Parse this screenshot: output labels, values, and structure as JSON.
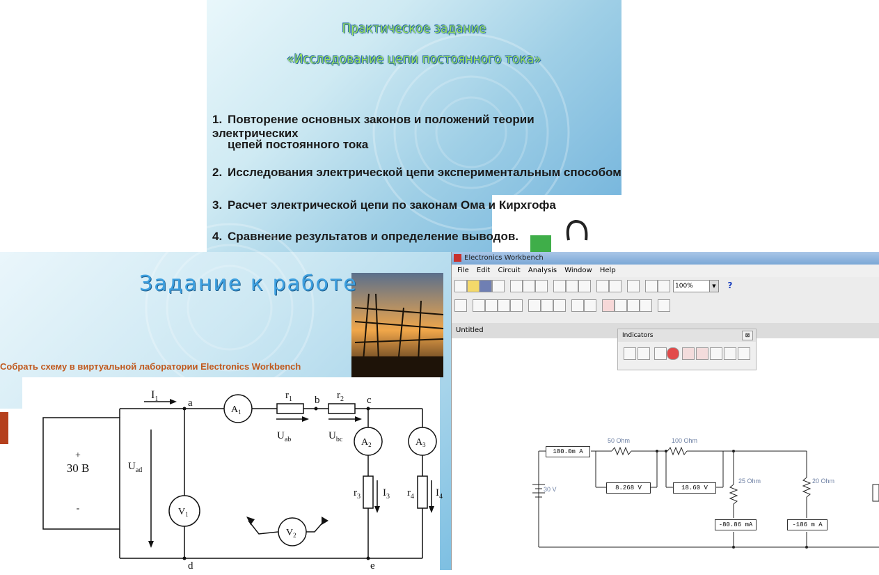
{
  "slide1": {
    "title": "Практическое задание",
    "subtitle": "«Исследование цепи постоянного тока»",
    "items": [
      {
        "num": "1.",
        "line1": "Повторение основных законов и положений теории электрических",
        "line2": "цепей постоянного тока"
      },
      {
        "num": "2.",
        "line1": "Исследования электрической цепи экспериментальным способом"
      },
      {
        "num": "3.",
        "line1": "Расчет электрической цепи по законам Ома и Кирхгофа"
      },
      {
        "num": "4.",
        "line1": "Сравнение результатов и определение выводов."
      }
    ]
  },
  "slide2": {
    "title": "Задание к работе",
    "instruction": "Собрать схему в виртуальной лаборатории Electronics Workbench",
    "circuit": {
      "source": "30 В",
      "plus": "+",
      "minus": "-",
      "labels": {
        "I1": "I",
        "I1sub": "1",
        "a": "a",
        "b": "b",
        "c": "c",
        "d": "d",
        "e": "e",
        "r1": "r",
        "r1sub": "1",
        "r2": "r",
        "r2sub": "2",
        "r3": "r",
        "r3sub": "3",
        "r4": "r",
        "r4sub": "4",
        "A1": "A",
        "A1sub": "1",
        "A2": "A",
        "A2sub": "2",
        "A3": "A",
        "A3sub": "3",
        "V1": "V",
        "V1sub": "1",
        "V2": "V",
        "V2sub": "2",
        "Uab": "U",
        "Uabsub": "ab",
        "Ubc": "U",
        "Ubcsub": "bc",
        "Uad": "U",
        "Uadsub": "ad",
        "I3": "I",
        "I3sub": "3",
        "I4": "I",
        "I4sub": "4"
      }
    }
  },
  "ewb": {
    "title": "Electronics Workbench",
    "menu": [
      "File",
      "Edit",
      "Circuit",
      "Analysis",
      "Window",
      "Help"
    ],
    "zoom": "100%",
    "help_symbol": "?",
    "document": "Untitled",
    "indicators_title": "Indicators",
    "indicators_close": "⊠",
    "schematic": {
      "ammeter1": "180.0m A",
      "r_50": "50 Ohm",
      "r_100": "100 Ohm",
      "voltmeter1": "8.268 V",
      "voltmeter2": "18.60 V",
      "r_25": "25 Ohm",
      "r_20": "20 Ohm",
      "ammeter2": "-80.86 mA",
      "ammeter3": "-186 m A",
      "battery": "30 V"
    }
  },
  "colors": {
    "accent_blue": "#3ea0e0",
    "title_green": "#9be15d",
    "instruction_orange": "#c0591e"
  }
}
